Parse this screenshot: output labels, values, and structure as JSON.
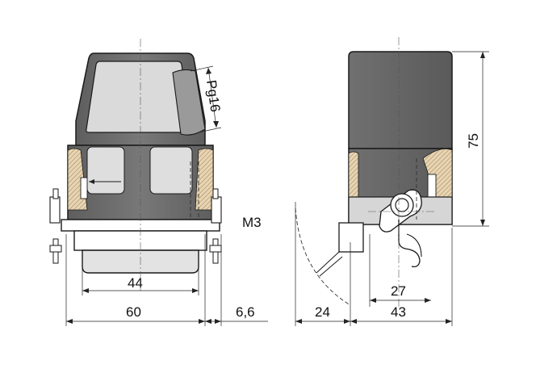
{
  "dimensions": {
    "pg": "Pg16",
    "m3": "M3",
    "d44": "44",
    "d60": "60",
    "d66": "6,6",
    "d24": "24",
    "d27": "27",
    "d43": "43",
    "d75": "75"
  },
  "colors": {
    "hood_fill": "#6b6b6b",
    "hood_light": "#d8d8d8",
    "hatch": "#c9a97a",
    "line": "#1a1a1a"
  }
}
